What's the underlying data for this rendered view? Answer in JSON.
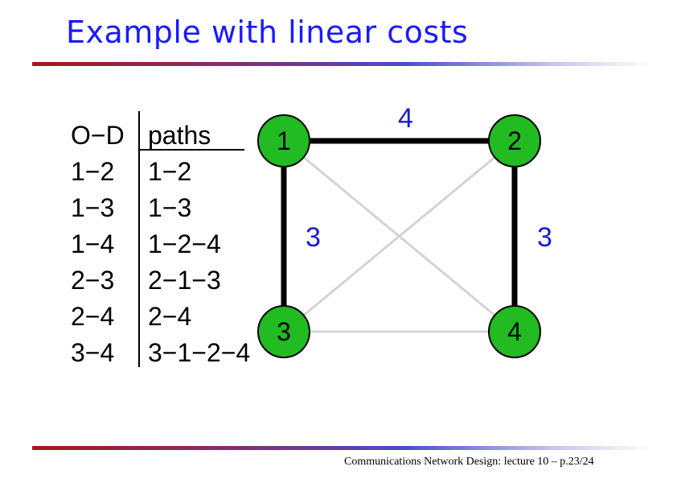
{
  "slide": {
    "title": "Example with linear costs",
    "footer": "Communications Network Design: lecture 10 – p.23/24"
  },
  "table": {
    "col_od": "O−D",
    "col_paths": "paths",
    "rows": [
      {
        "od": "1−2",
        "path": "1−2"
      },
      {
        "od": "1−3",
        "path": "1−3"
      },
      {
        "od": "1−4",
        "path": "1−2−4"
      },
      {
        "od": "2−3",
        "path": "2−1−3"
      },
      {
        "od": "2−4",
        "path": "2−4"
      },
      {
        "od": "3−4",
        "path": "3−1−2−4"
      }
    ]
  },
  "graph": {
    "nodes": [
      {
        "id": "1",
        "label": "1"
      },
      {
        "id": "2",
        "label": "2"
      },
      {
        "id": "3",
        "label": "3"
      },
      {
        "id": "4",
        "label": "4"
      }
    ],
    "edges": [
      {
        "from": "1",
        "to": "2",
        "label": "4",
        "used": true
      },
      {
        "from": "1",
        "to": "3",
        "label": "3",
        "used": true
      },
      {
        "from": "2",
        "to": "4",
        "label": "3",
        "used": true
      },
      {
        "from": "3",
        "to": "4",
        "label": "",
        "used": false
      },
      {
        "from": "1",
        "to": "4",
        "label": "",
        "used": false
      },
      {
        "from": "2",
        "to": "3",
        "label": "",
        "used": false
      }
    ],
    "node_color": "#22bb22",
    "used_edge_color": "#000000",
    "unused_edge_color": "#d4d4d4",
    "edge_label_color": "#1a1acc"
  }
}
